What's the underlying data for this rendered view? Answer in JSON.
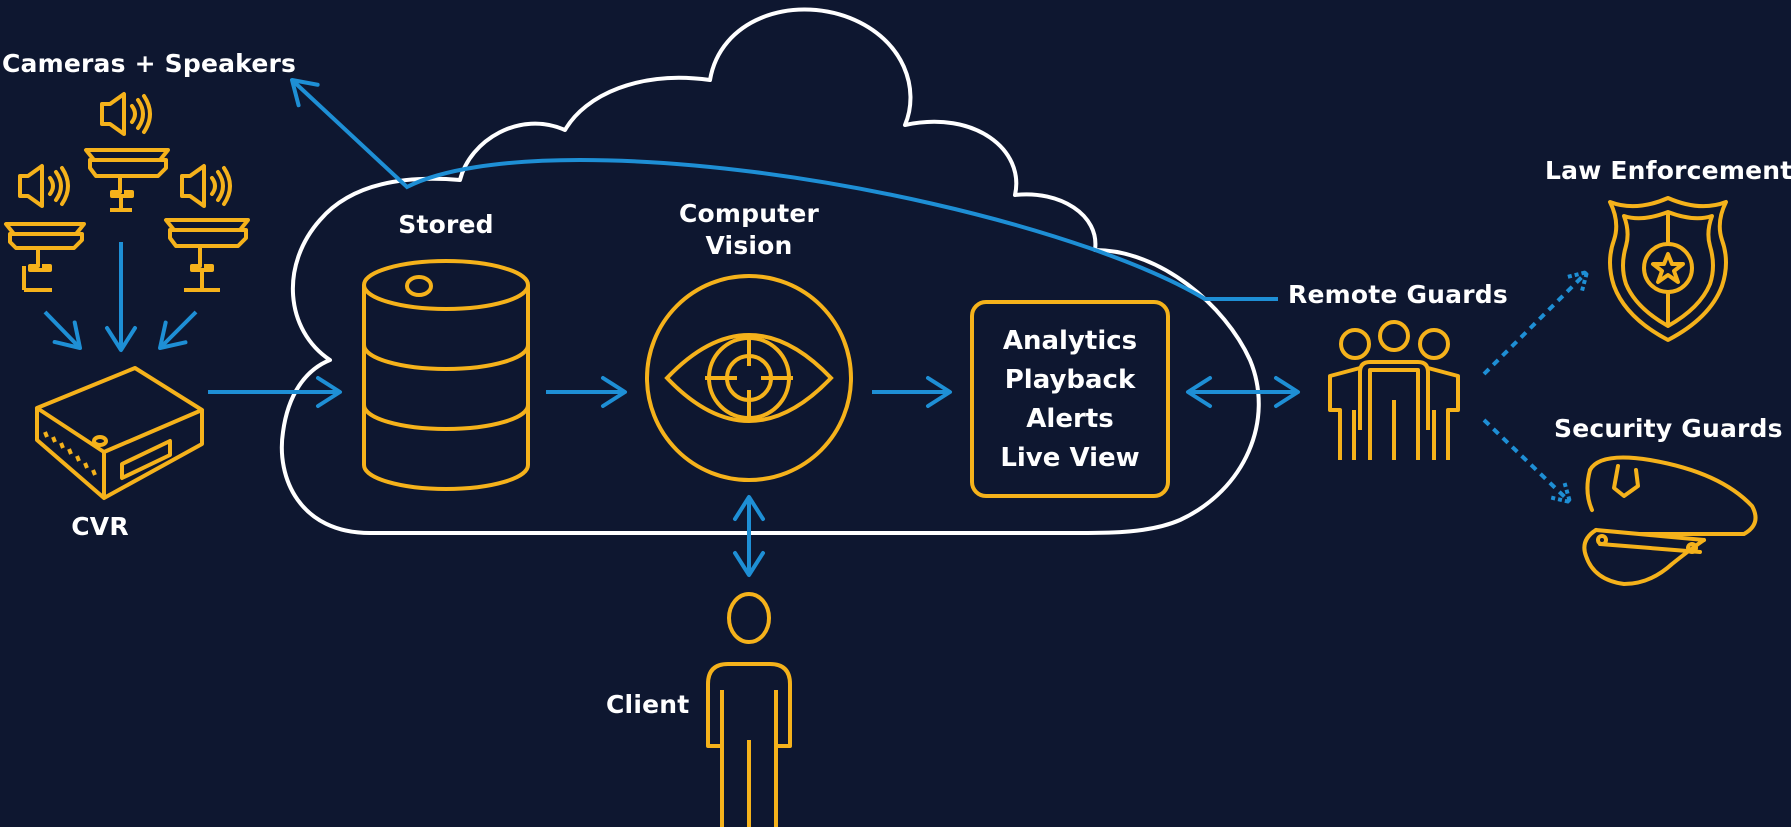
{
  "labels": {
    "cameras_speakers": "Cameras + Speakers",
    "cvr": "CVR",
    "stored": "Stored",
    "computer_vision_line1": "Computer",
    "computer_vision_line2": "Vision",
    "remote_guards": "Remote Guards",
    "law_enforcement": "Law Enforcement",
    "security_guards": "Security Guards",
    "client": "Client"
  },
  "features_box": [
    "Analytics",
    "Playback",
    "Alerts",
    "Live View"
  ],
  "colors": {
    "background": "#0e1730",
    "icon_accent": "#f5b21b",
    "arrow": "#1e8fd5",
    "outline": "#ffffff"
  }
}
